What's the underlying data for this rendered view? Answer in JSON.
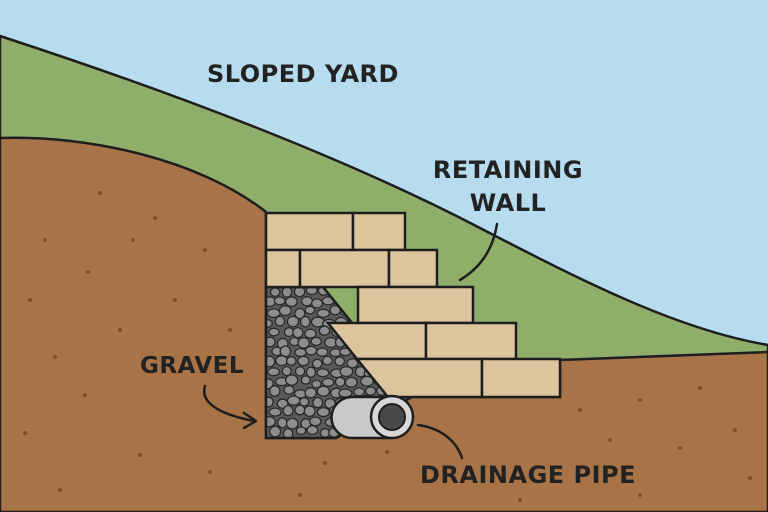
{
  "labels": {
    "sloped_yard": "SLOPED YARD",
    "retaining_wall_line1": "RETAINING",
    "retaining_wall_line2": "WALL",
    "gravel": "GRAVEL",
    "drainage_pipe": "DRAINAGE PIPE"
  },
  "colors": {
    "sky": "#b7dcef",
    "grass": "#8fae69",
    "soil": "#a87447",
    "block": "#dcc59d",
    "gravel": "#6b6b6b",
    "pipe": "#c9c9c9",
    "outline": "#1e1e1e"
  }
}
